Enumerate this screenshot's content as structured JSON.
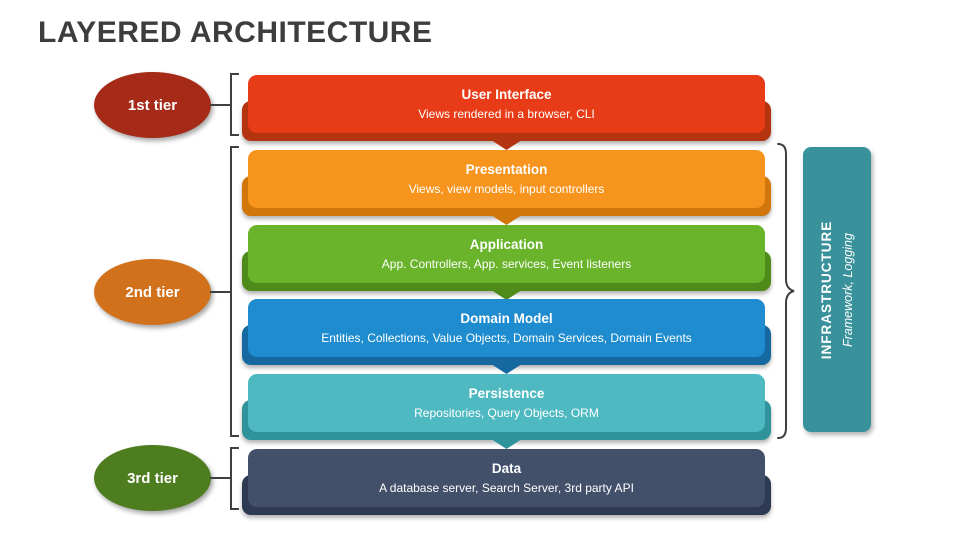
{
  "title": "LAYERED ARCHITECTURE",
  "tiers": [
    {
      "label": "1st tier",
      "color": "#A52A17"
    },
    {
      "label": "2nd tier",
      "color": "#D2711B"
    },
    {
      "label": "3rd tier",
      "color": "#4E7D20"
    }
  ],
  "layers": [
    {
      "name": "User Interface",
      "description": "Views rendered in a browser, CLI",
      "color": "#E73C17",
      "dark_color": "#B43410"
    },
    {
      "name": "Presentation",
      "description": "Views, view models, input controllers",
      "color": "#F7941E",
      "dark_color": "#D0760B"
    },
    {
      "name": "Application",
      "description": "App. Controllers, App. services, Event listeners",
      "color": "#69B42B",
      "dark_color": "#4F8B1B"
    },
    {
      "name": "Domain Model",
      "description": "Entities, Collections, Value Objects, Domain Services, Domain Events",
      "color": "#1E8CCE",
      "dark_color": "#1568A0"
    },
    {
      "name": "Persistence",
      "description": "Repositories, Query Objects, ORM",
      "color": "#4EB9C1",
      "dark_color": "#2E939B"
    },
    {
      "name": "Data",
      "description": "A database server, Search Server, 3rd party API",
      "color": "#43506A",
      "dark_color": "#2E3A52"
    }
  ],
  "infrastructure": {
    "title": "INFRASTRUCTURE",
    "subtitle": "Framework, Logging",
    "color": "#38919B"
  },
  "line_color": "#3f3f3f"
}
